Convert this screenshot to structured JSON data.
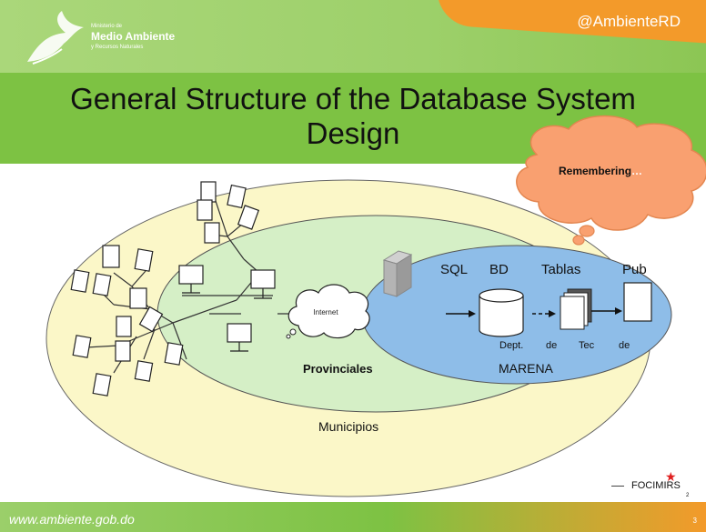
{
  "header": {
    "handle": "@AmbienteRD",
    "logo": {
      "line1": "Ministerio de",
      "line2": "Medio Ambiente",
      "line3": "y Recursos Naturales"
    }
  },
  "title": {
    "line1": "General Structure of the Database System",
    "line2": "Design"
  },
  "thought_bubble": {
    "bold": "Remembering",
    "rest": "…"
  },
  "diagram": {
    "municipios": "Municipios",
    "provinciales": "Provinciales",
    "internet": "Internet",
    "marena": "MARENA",
    "process_top": [
      "SQL",
      "BD",
      "Tablas",
      "Pub"
    ],
    "process_bottom": [
      "Dept.",
      "de",
      "Tec",
      "de"
    ]
  },
  "badge": {
    "text": "FOCIMIRS",
    "sub": "2"
  },
  "footer": {
    "url": "www.ambiente.gob.do",
    "page": "3"
  },
  "colors": {
    "green": "#7dc243",
    "orange": "#f39a2a",
    "outer_ellipse": "#fbf7c8",
    "middle_ellipse": "#d5efc6",
    "inner_ellipse": "#8ebde8"
  }
}
